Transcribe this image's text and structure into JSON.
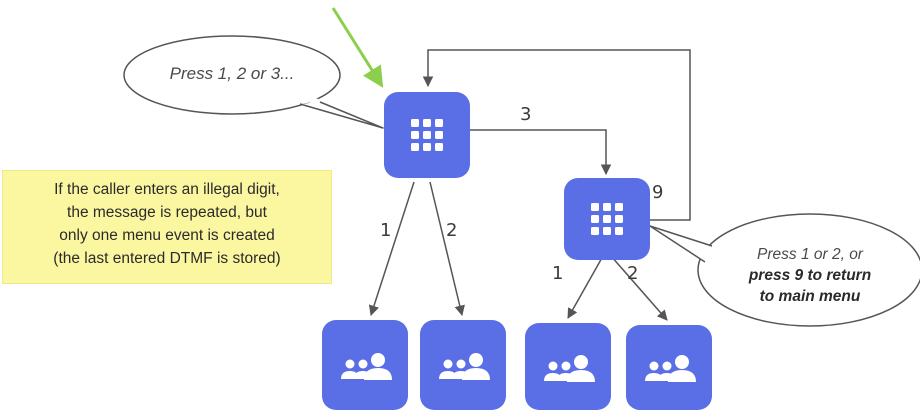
{
  "start_bubble": {
    "text": "Press 1, 2 or 3..."
  },
  "note": {
    "lines": [
      "If the caller enters an illegal digit,",
      "the message is repeated, but",
      "only one menu event is created",
      "(the last entered DTMF is stored)"
    ]
  },
  "submenu_bubble": {
    "line1": "Press 1 or 2, or",
    "line2": "press 9 to return",
    "line3": "to main menu"
  },
  "edge_labels": {
    "main_to_submenu": "3",
    "submenu_return": "9",
    "main_option_1": "1",
    "main_option_2": "2",
    "sub_option_1": "1",
    "sub_option_2": "2"
  },
  "nodes": {
    "main_menu": {
      "icon": "keypad-icon"
    },
    "submenu": {
      "icon": "keypad-icon"
    },
    "queues": {
      "icon": "user-group-icon",
      "count": 4
    }
  },
  "colors": {
    "node_fill": "#5a6fe6",
    "arrow": "#555555",
    "entry_arrow": "#8ccf4d",
    "note_fill": "#fbf6a0"
  }
}
